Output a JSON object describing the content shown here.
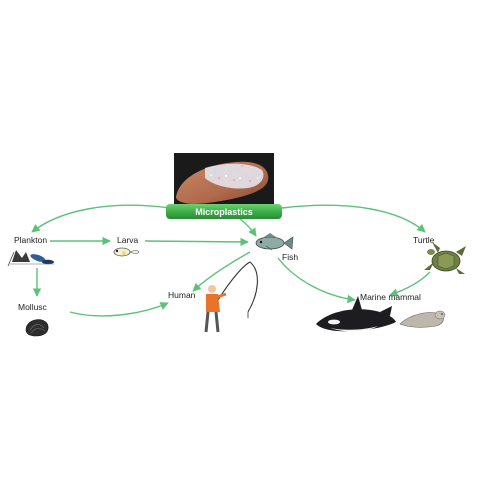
{
  "title": "Microplastics",
  "colors": {
    "accent": "#3fae49",
    "edge": "#5cc27a"
  },
  "nodes": {
    "plankton": "Plankton",
    "larva": "Larva",
    "fish": "Fish",
    "turtle": "Turtle",
    "mollusc": "Mollusc",
    "human": "Human",
    "marine_mammal": "Marine mammal"
  },
  "edges": [
    [
      "microplastics",
      "plankton"
    ],
    [
      "microplastics",
      "fish"
    ],
    [
      "microplastics",
      "turtle"
    ],
    [
      "plankton",
      "larva"
    ],
    [
      "plankton",
      "mollusc"
    ],
    [
      "larva",
      "fish"
    ],
    [
      "fish",
      "human"
    ],
    [
      "fish",
      "marine_mammal"
    ],
    [
      "turtle",
      "marine_mammal"
    ],
    [
      "mollusc",
      "human"
    ]
  ],
  "icons": {
    "photo": "microplastics-on-fingertip-photo",
    "plankton": "plankton-icon",
    "larva": "larva-icon",
    "fish": "fish-icon",
    "turtle": "turtle-icon",
    "mollusc": "mollusc-shell-icon",
    "human": "fisherman-icon",
    "orca": "orca-icon",
    "seal": "seal-icon"
  }
}
